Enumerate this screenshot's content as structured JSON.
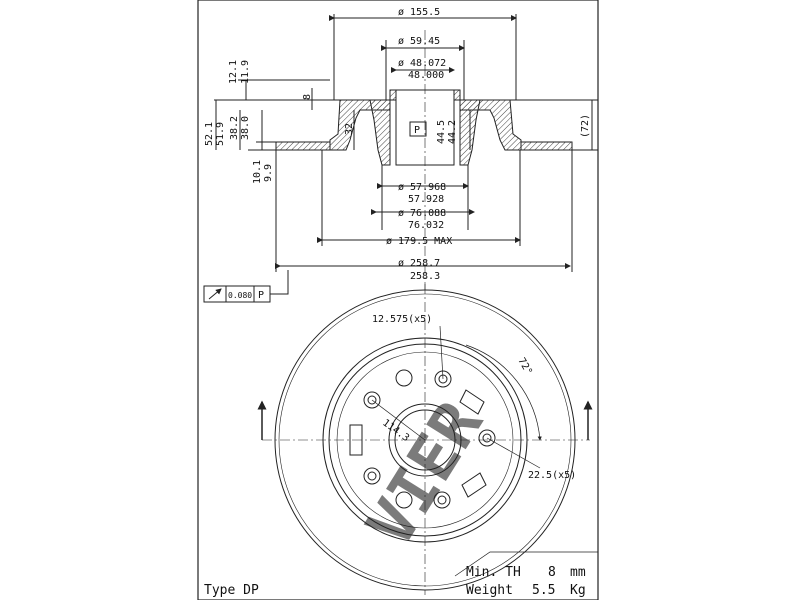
{
  "dimensions": {
    "d_155_5": "ø 155.5",
    "d_59_45": "ø 59.45",
    "d_48_072": "ø 48.072",
    "d_48_000": "48.000",
    "d_57_968": "ø 57.968",
    "d_57_928": "57.928",
    "d_76_088": "ø 76.088",
    "d_76_032": "76.032",
    "d_179_5": "ø 179.5 MAX",
    "d_258_7": "ø 258.7",
    "d_258_3": "258.3",
    "h_12_1": "12.1",
    "h_11_9": "11.9",
    "h_8": "8",
    "h_52_1": "52.1",
    "h_51_9": "51.9",
    "h_38_2": "38.2",
    "h_38_0": "38.0",
    "h_32": "32",
    "h_44_5": "44.5",
    "h_44_2": "44.2",
    "h_72": "(72)",
    "h_10_1": "10.1",
    "h_9_9": "9.9"
  },
  "datum_label": "P",
  "tolerance": {
    "value": "0.080",
    "datum": "P"
  },
  "front": {
    "holes": "12.575(x5)",
    "angle": "72°",
    "pcd": "114.3",
    "slots": "22.5(x5)"
  },
  "info": {
    "min_th_label": "Min. TH",
    "min_th_value": "8",
    "min_th_unit": "mm",
    "weight_label": "Weight",
    "weight_value": "5.5",
    "weight_unit": "Kg",
    "type": "Type DP"
  },
  "watermark": "VIER"
}
